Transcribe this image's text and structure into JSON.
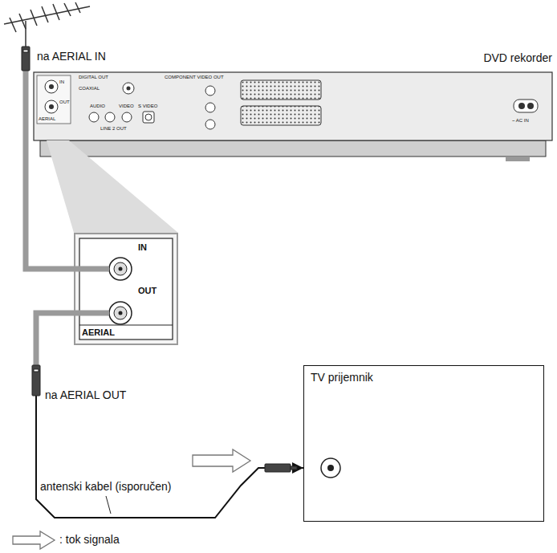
{
  "diagram": {
    "nodes": [
      {
        "text": [
          "DVD rekorder"
        ]
      },
      {
        "text": [
          "IN",
          "OUT",
          "AERIAL"
        ]
      },
      {
        "text": [
          "TV prijemnik"
        ]
      }
    ],
    "edges": [
      {
        "from": 1,
        "to": 2,
        "arrow": "to",
        "label": "antenski kabel (isporučen)"
      }
    ],
    "labels": [
      "na AERIAL IN",
      "na AERIAL OUT",
      "IN",
      "OUT",
      "AERIAL",
      "DIGITAL OUT",
      "COAXIAL",
      "COMPONENT VIDEO OUT",
      "AUDIO",
      "VIDEO",
      "S VIDEO",
      "LINE 2 OUT",
      "~ AC IN"
    ],
    "legend": [
      {
        "text": ": tok signala"
      }
    ]
  }
}
